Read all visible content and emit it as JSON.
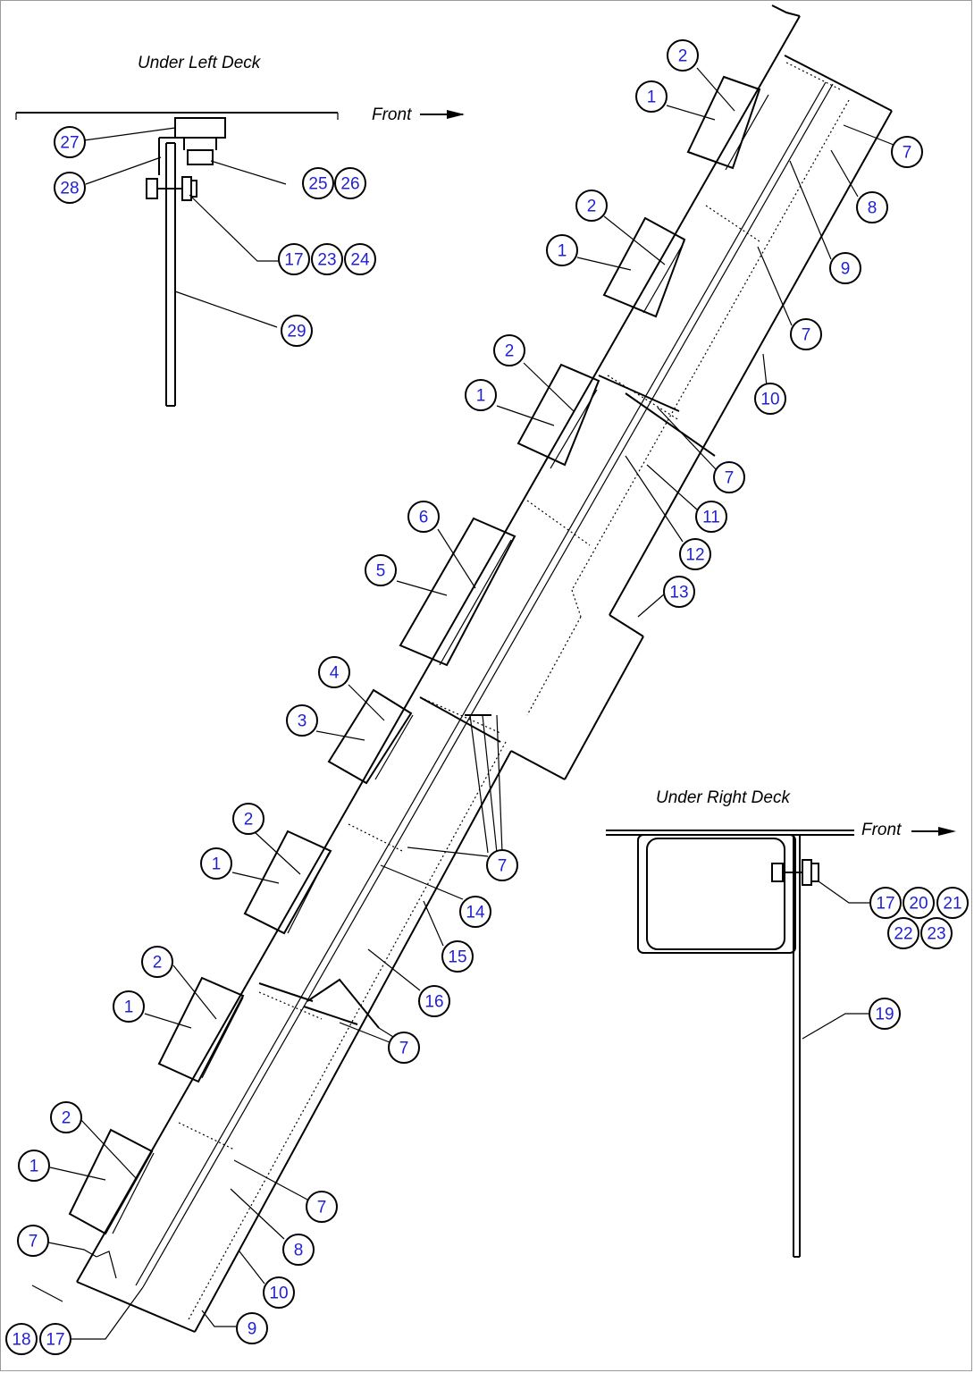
{
  "labels": {
    "left_title": "Under Left Deck",
    "left_front": "Front",
    "right_title": "Under Right Deck",
    "right_front": "Front"
  },
  "callouts": [
    "2",
    "1",
    "7",
    "8",
    "9",
    "2",
    "1",
    "7",
    "10",
    "2",
    "1",
    "7",
    "11",
    "12",
    "6",
    "5",
    "13",
    "4",
    "3",
    "7",
    "2",
    "1",
    "14",
    "15",
    "16",
    "2",
    "1",
    "7",
    "2",
    "1",
    "7",
    "8",
    "7",
    "10",
    "9",
    "18",
    "17",
    "27",
    "28",
    "25",
    "26",
    "17",
    "23",
    "24",
    "29",
    "17",
    "20",
    "21",
    "22",
    "23",
    "19"
  ]
}
